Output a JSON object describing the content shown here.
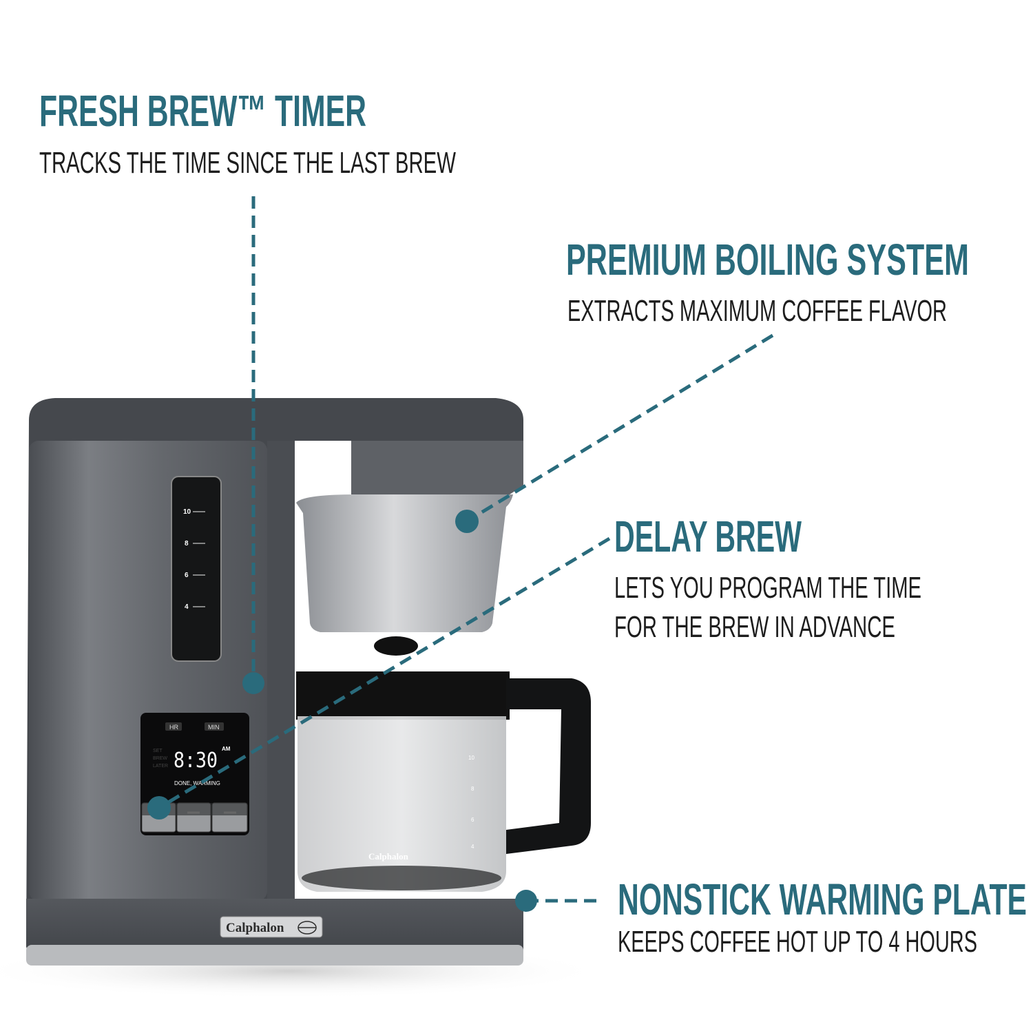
{
  "colors": {
    "accent": "#2a6b7c",
    "text": "#1d1d1d",
    "body": "#5a5d62",
    "dark": "#3c3f44"
  },
  "features": [
    {
      "title": "FRESH BREW™ TIMER",
      "subtitle": [
        "TRACKS THE TIME SINCE THE LAST BREW"
      ]
    },
    {
      "title": "PREMIUM BOILING SYSTEM",
      "subtitle": [
        "EXTRACTS MAXIMUM COFFEE FLAVOR"
      ]
    },
    {
      "title": "DELAY BREW",
      "subtitle": [
        "LETS YOU PROGRAM THE TIME",
        "FOR THE BREW IN ADVANCE"
      ]
    },
    {
      "title": "NONSTICK WARMING PLATE",
      "subtitle": [
        "KEEPS COFFEE HOT UP TO 4 HOURS"
      ]
    }
  ],
  "product": {
    "brand": "Calphalon",
    "water_window_marks": [
      "10",
      "8",
      "6",
      "4"
    ],
    "carafe_marks": [
      "10",
      "8",
      "6",
      "4"
    ],
    "display": {
      "hr_label": "HR",
      "min_label": "MIN",
      "time": "8:30",
      "ampm": "AM",
      "status": "DONE, WARMING",
      "side_labels": [
        "SET",
        "BREW",
        "LATER"
      ]
    }
  }
}
